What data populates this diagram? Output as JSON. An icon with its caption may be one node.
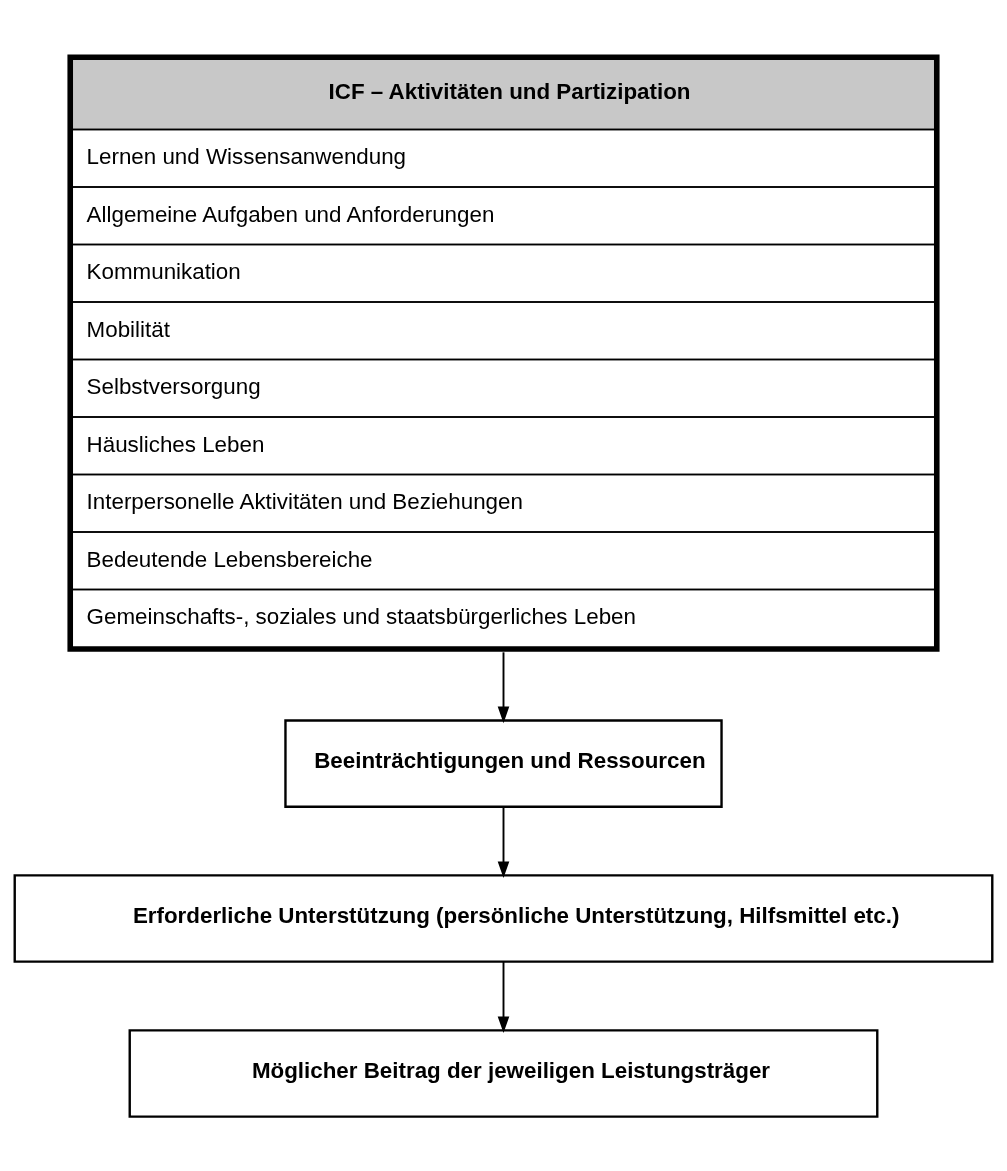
{
  "diagram": {
    "nodes": [
      {
        "text": [
          "ICF – Aktivitäten und Partizipation",
          "Lernen und Wissensanwendung",
          "Allgemeine Aufgaben und Anforderungen",
          "Kommunikation",
          "Mobilität",
          "Selbstversorgung",
          "Häusliches Leben",
          "Interpersonelle Aktivitäten und Beziehungen",
          "Bedeutende Lebensbereiche",
          "Gemeinschafts-, soziales und staatsbürgerliches Leben"
        ]
      },
      {
        "text": [
          "Beeinträchtigungen und Ressourcen"
        ]
      },
      {
        "text": [
          "Erforderliche Unterstützung (persönliche Unterstützung, Hilfsmittel etc.)"
        ]
      },
      {
        "text": [
          "Möglicher Beitrag der jeweiligen Leistungsträger"
        ]
      }
    ],
    "edges": [
      {
        "from": 0,
        "to": 1,
        "arrow": "to"
      },
      {
        "from": 1,
        "to": 2,
        "arrow": "to"
      },
      {
        "from": 2,
        "to": 3,
        "arrow": "to"
      }
    ]
  }
}
